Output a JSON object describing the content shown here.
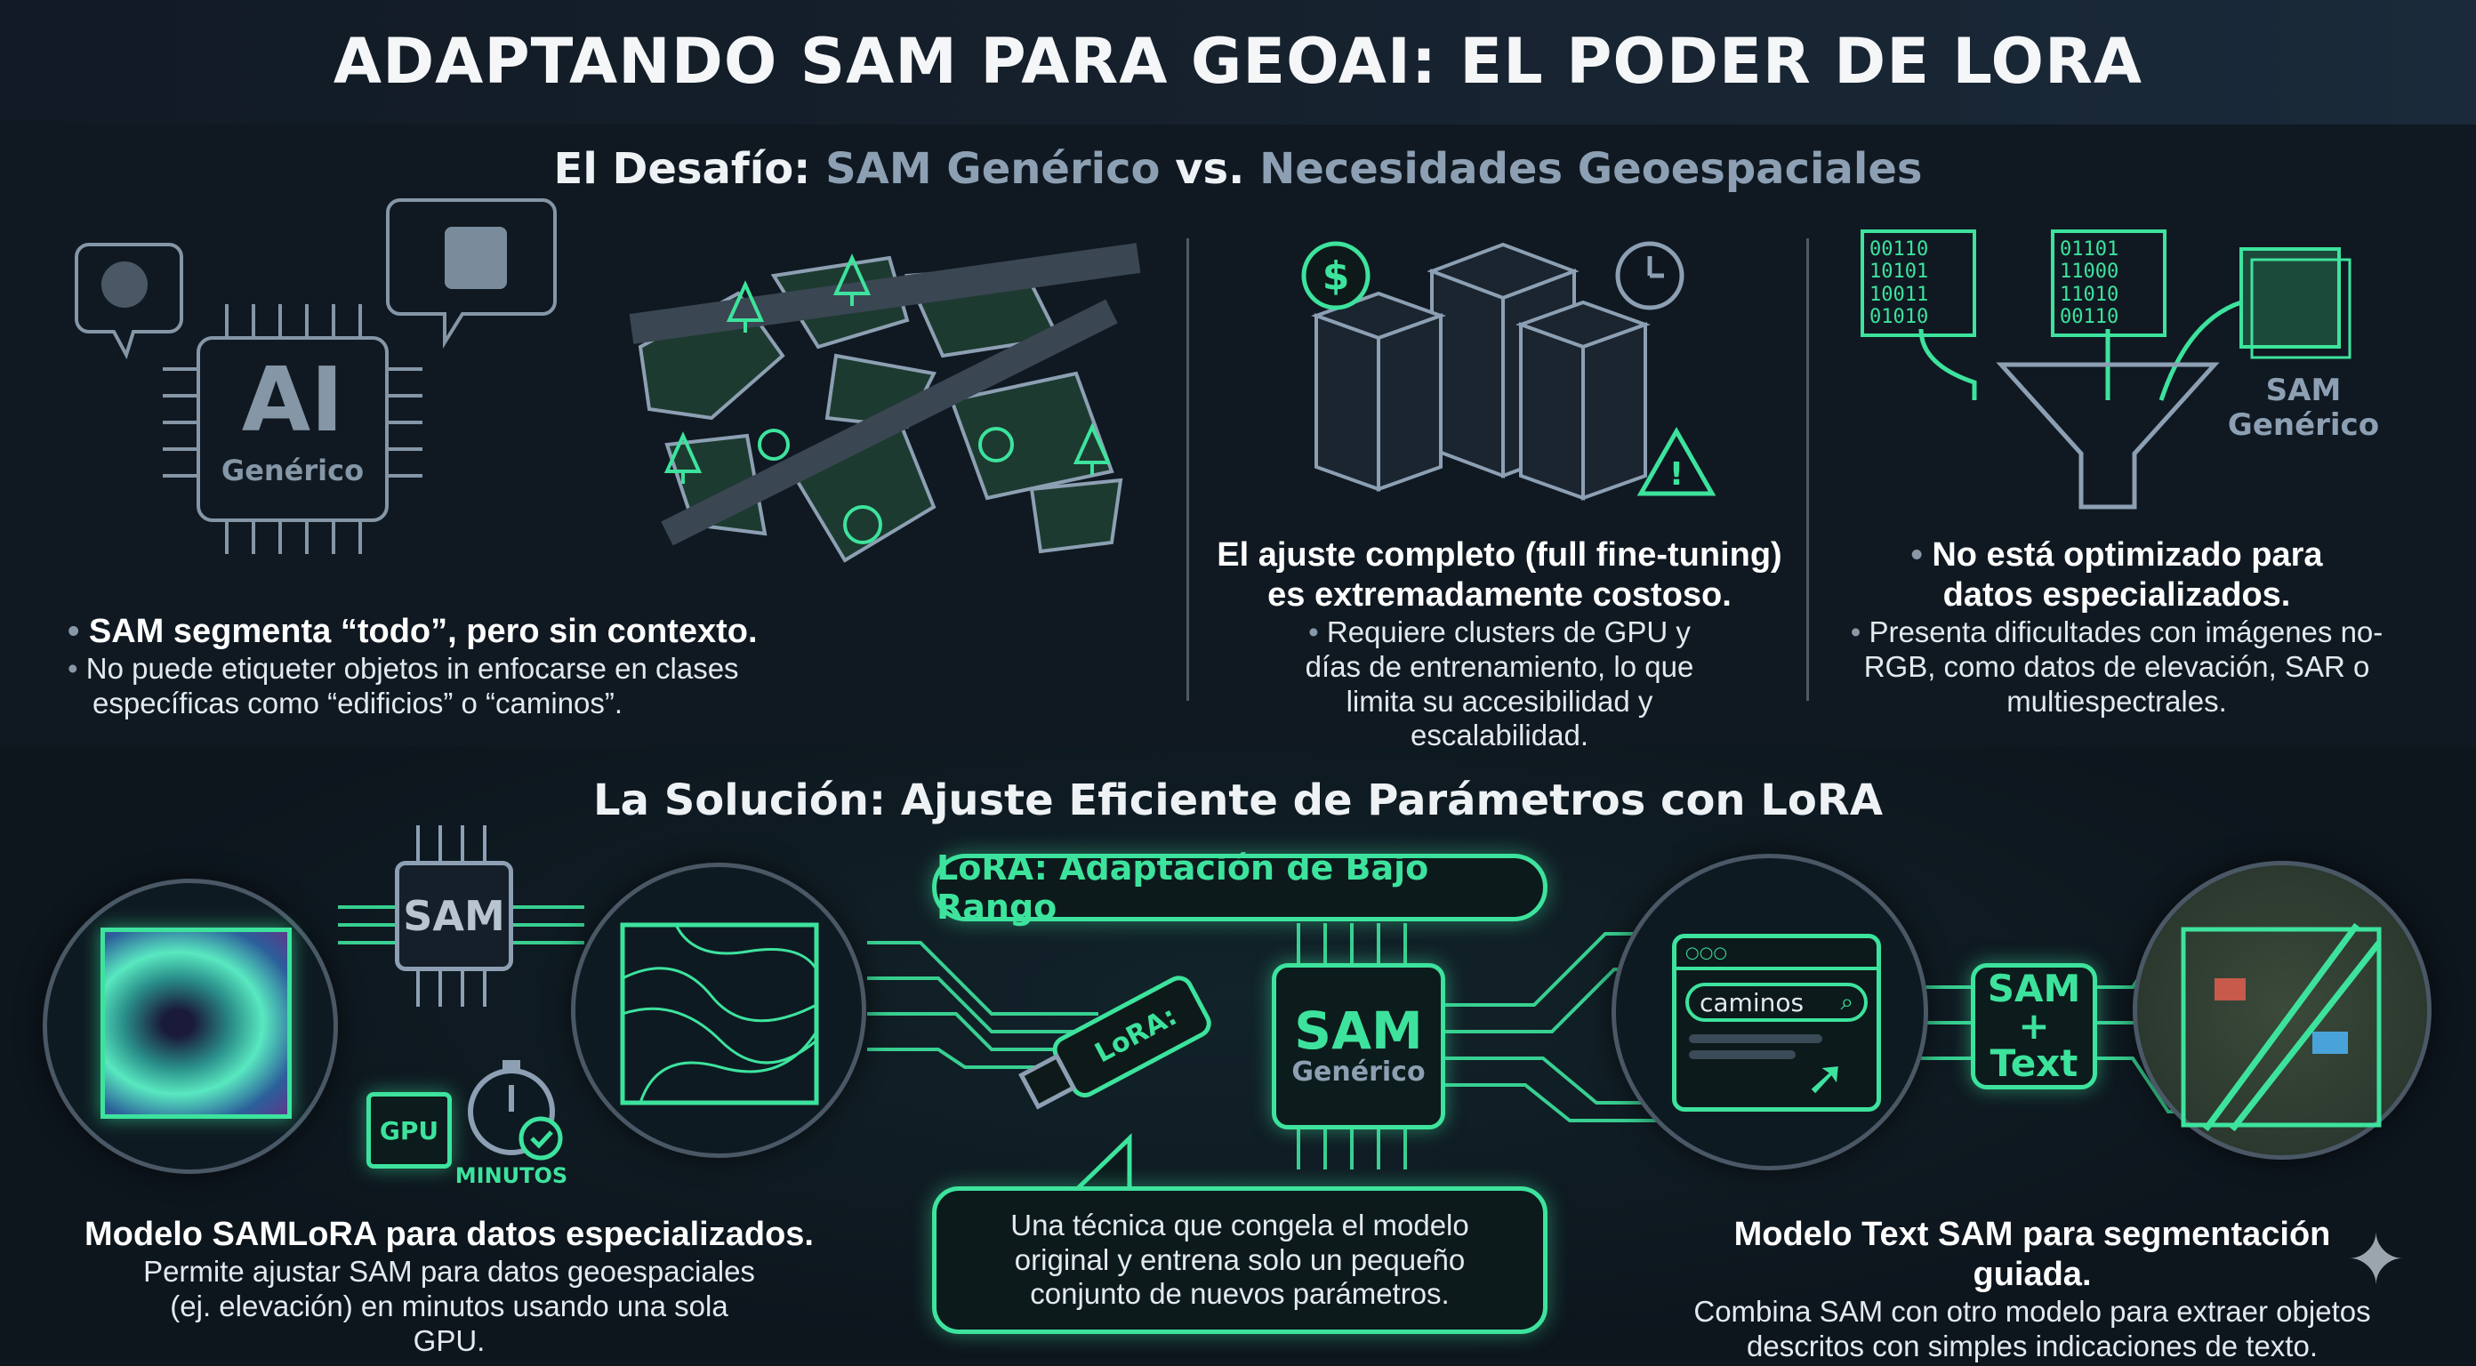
{
  "title": "ADAPTANDO SAM PARA GEOAI: EL PODER DE LORA",
  "challenge": {
    "heading_prefix": "El Desafío:",
    "heading_a": "SAM Genérico",
    "heading_vs": "vs.",
    "heading_b": "Necesidades Geoespaciales",
    "panel1": {
      "chip_big": "AI",
      "chip_small": "Genérico",
      "bold": "SAM segmenta “todo”, pero sin contexto.",
      "text": "No puede etiqueter objetos in enfocarse en clases específicas como “edificios” o “caminos”."
    },
    "panel2": {
      "bold": "El ajuste completo (full fine-tuning) es extremadamente costoso.",
      "text": "Requiere clusters de GPU y días de entrenamiento, lo que limita su accesibilidad y escalabilidad."
    },
    "panel3": {
      "binary1": [
        "00110",
        "10101",
        "10011",
        "01010"
      ],
      "binary2": [
        "01101",
        "11000",
        "11010",
        "00110"
      ],
      "funnel_label": "SAM Genérico",
      "bold": "No está optimizado para datos especializados.",
      "text": "Presenta dificultades con imágenes no-RGB, como datos de elevación, SAR o multiespectrales."
    }
  },
  "solution": {
    "heading": "La Solución: Ajuste Eficiente de Parámetros con LoRA",
    "sam_chip": "SAM",
    "gpu_chip": "GPU",
    "minutes_label": "MINUTOS",
    "lora_pill": "LoRA: Adaptación de Bajo Rango",
    "usb_label": "LoRA:",
    "center_chip_big": "SAM",
    "center_chip_small": "Genérico",
    "callout": "Una técnica que congela el modelo original y entrena solo un pequeño conjunto de nuevos parámetros.",
    "search_value": "caminos",
    "text_chip": "SAM + Text",
    "left_bold": "Modelo SAMLoRA para datos especializados.",
    "left_text": "Permite ajustar SAM para datos geoespaciales (ej. elevación) en minutos usando una sola GPU.",
    "right_bold": "Modelo Text SAM para segmentación guiada.",
    "right_text": "Combina SAM con otro modelo para extraer objetos descritos con simples indicaciones de texto."
  },
  "colors": {
    "accent": "#3de39d",
    "background": "#0e1620",
    "muted": "#8da0b3"
  }
}
